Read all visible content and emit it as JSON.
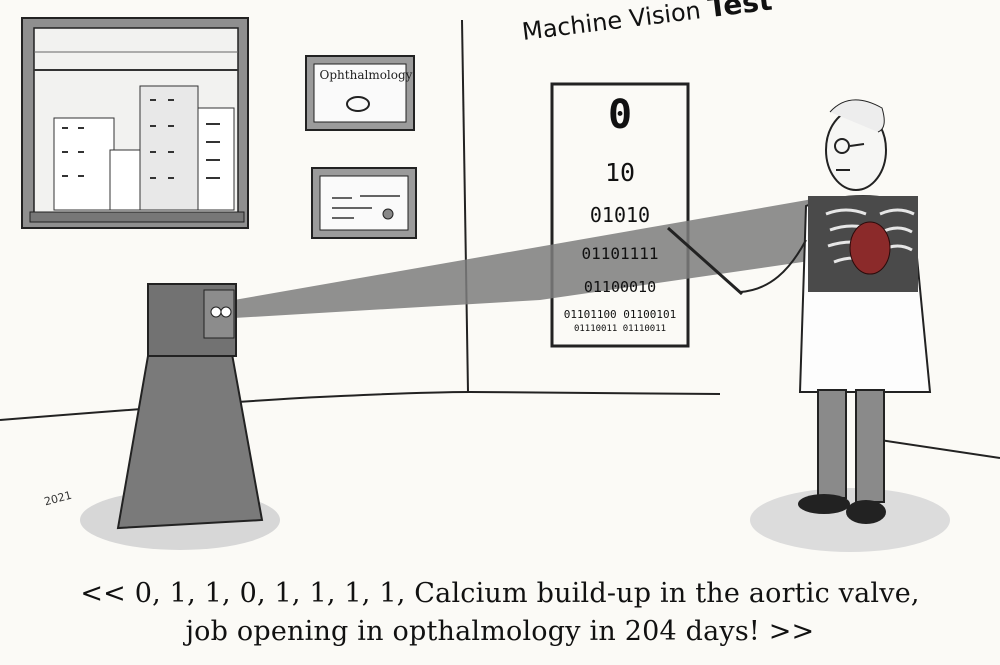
{
  "cartoon": {
    "title_word1": "Machine Vision",
    "title_word2": "Test",
    "frame_label": "Ophthalmology",
    "signature_year": "2021",
    "eye_chart": [
      "0",
      "10",
      "01010",
      "01101111",
      "01100010",
      "01101100 01100101",
      "01110011 01110011"
    ],
    "caption_line1": "<< 0, 1, 1, 0, 1, 1, 1, 1, Calcium build-up in  the aortic valve,",
    "caption_line2": "job opening in opthalmology in 204 days! >>",
    "colors": {
      "ink": "#111111",
      "paper": "#fbfaf6",
      "beam": "#9a9a9a",
      "heart": "#8b2a2a"
    }
  }
}
